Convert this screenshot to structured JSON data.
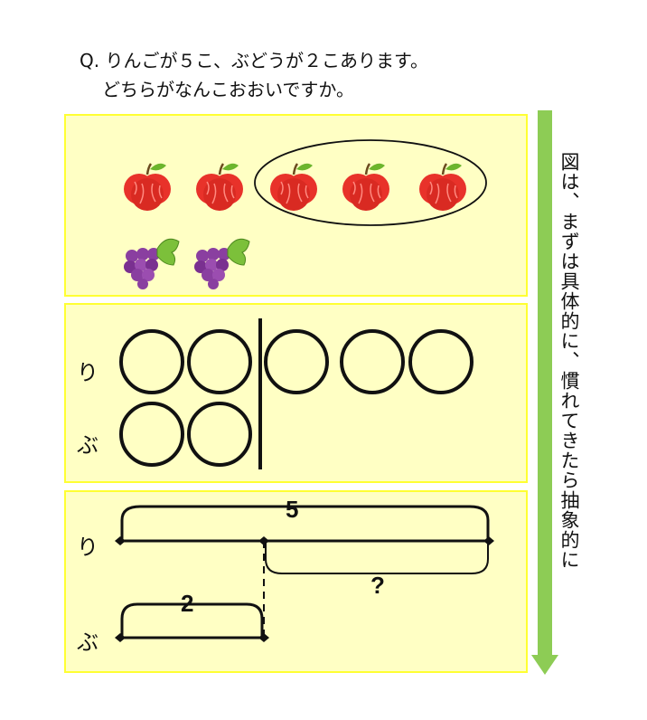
{
  "question": {
    "line1": "Q. りんごが５こ、ぶどうが２こあります。",
    "line2": "どちらがなんこおおいですか。"
  },
  "panel_concrete": {
    "apple_count": 5,
    "grape_count": 2,
    "circled_apples": 3
  },
  "panel_circles": {
    "label_apple": "り",
    "label_grape": "ぶ",
    "apple_circles": 5,
    "grape_circles": 2
  },
  "panel_tape": {
    "label_apple": "り",
    "label_grape": "ぶ",
    "apple_value": "5",
    "grape_value": "2",
    "difference": "?"
  },
  "side_caption": "図は、まずは具体的に、慣れてきたら抽象的に",
  "colors": {
    "panel_fill": "#ffffc4",
    "panel_border": "#ffff33",
    "arrow": "#8dcc55",
    "apple": "#e8322a",
    "grape": "#8a3fa0"
  }
}
